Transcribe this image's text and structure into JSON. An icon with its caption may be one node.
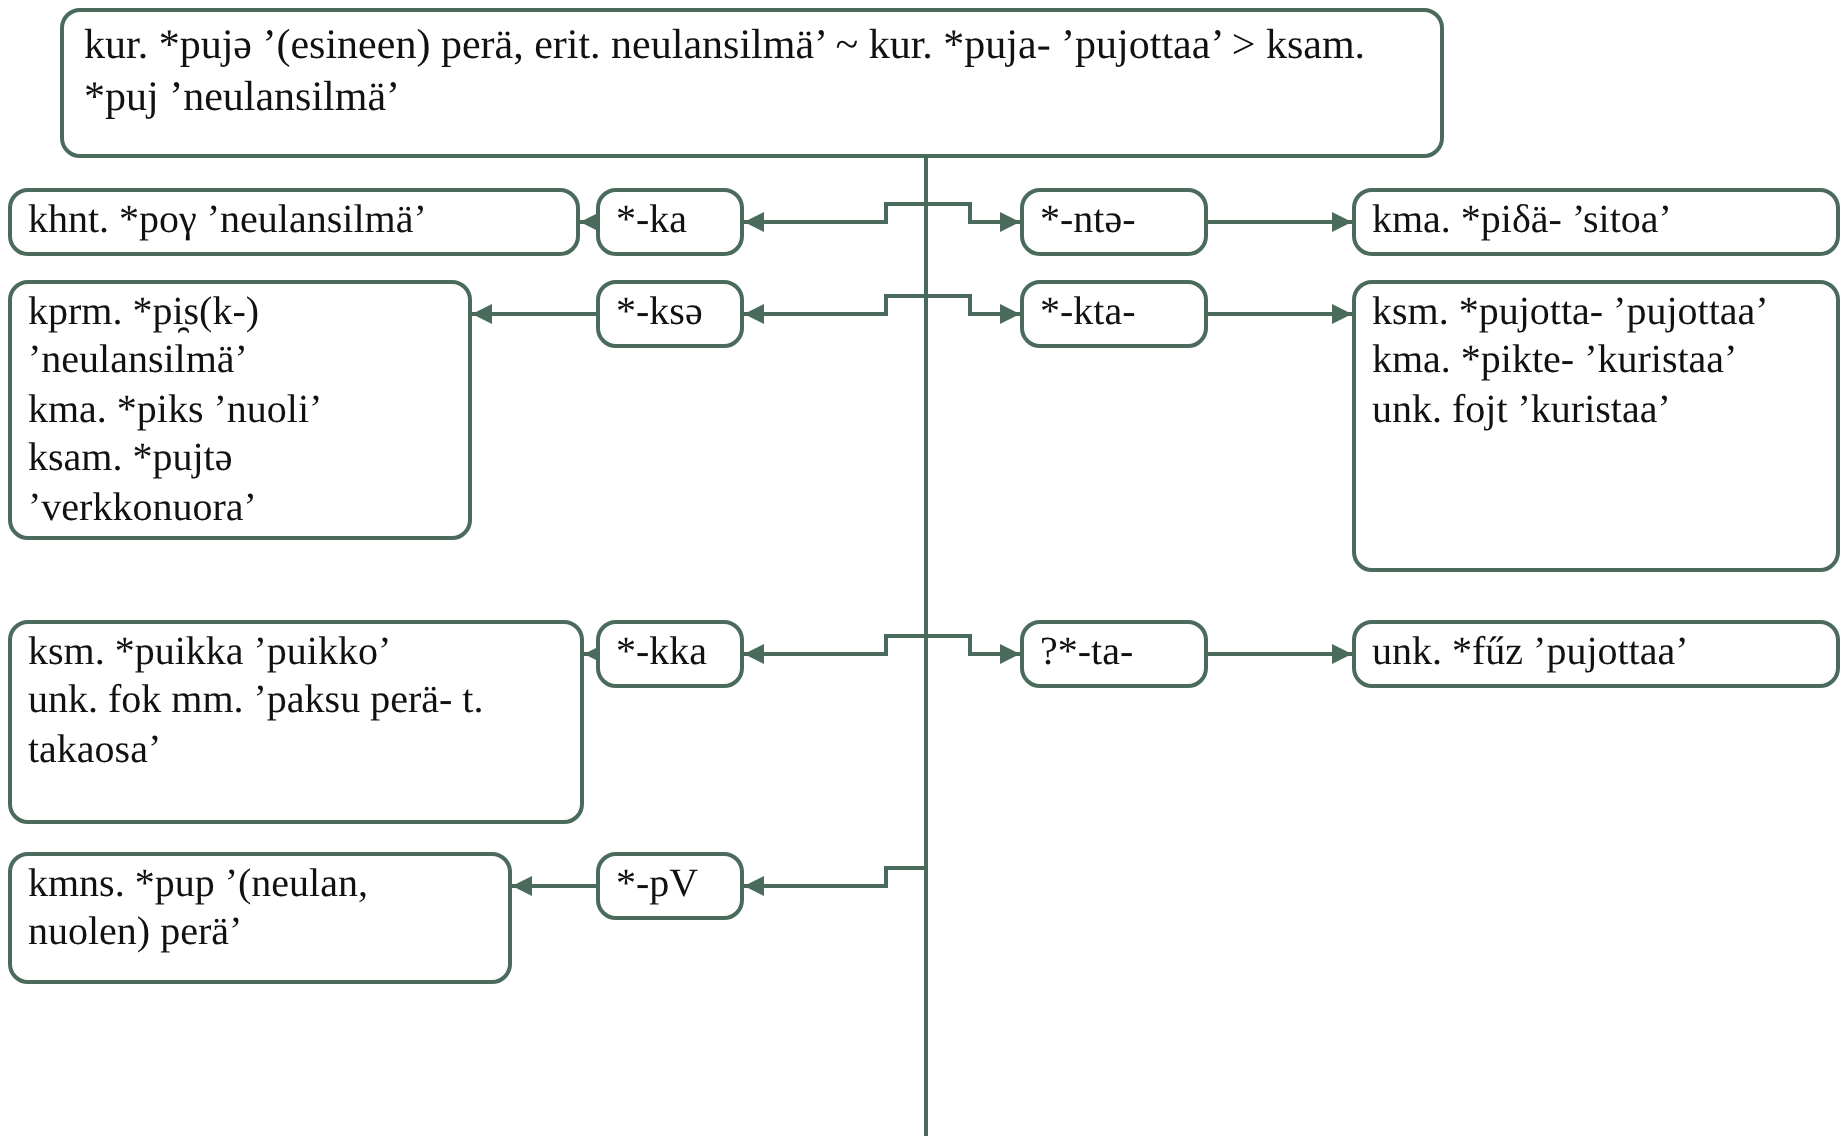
{
  "diagram": {
    "nodes": [
      {
        "text": [
          "kur. *pujə ’(esineen) perä, erit. neulansilmä’ ~ kur. *puja- ’pujottaa’ > ksam. *puj ’neulansilmä’"
        ]
      },
      {
        "text": [
          "khnt. *poγ ’neulansilmä’"
        ]
      },
      {
        "text": [
          "*-ka"
        ]
      },
      {
        "text": [
          "*-ntə-"
        ]
      },
      {
        "text": [
          "kma. *piδä- ’sitoa’"
        ]
      },
      {
        "text": [
          "kprm. *pi̯s(k-) ’neulansilmä’",
          "kma. *piks ’nuoli’",
          "ksam. *pujtə ’verkkonuora’"
        ]
      },
      {
        "text": [
          "*-ksə"
        ]
      },
      {
        "text": [
          "*-kta-"
        ]
      },
      {
        "text": [
          "ksm. *pujotta- ’pujottaa’",
          "kma. *pikte- ’kuristaa’",
          "unk. fojt ’kuristaa’"
        ]
      },
      {
        "text": [
          "ksm. *puikka ’puikko’",
          "unk. fok mm. ’paksu perä- t. takaosa’"
        ]
      },
      {
        "text": [
          "*-kka"
        ]
      },
      {
        "text": [
          "?*-ta-"
        ]
      },
      {
        "text": [
          "unk. *fűz ’pujottaa’"
        ]
      },
      {
        "text": [
          "kmns. *pup ’(neulan, nuolen) perä’"
        ]
      },
      {
        "text": [
          "*-pV"
        ]
      }
    ],
    "edges": [
      {
        "from": 0,
        "to": 2,
        "arrow": "to"
      },
      {
        "from": 0,
        "to": 3,
        "arrow": "to"
      },
      {
        "from": 2,
        "to": 1,
        "arrow": "to"
      },
      {
        "from": 3,
        "to": 4,
        "arrow": "to"
      },
      {
        "from": 0,
        "to": 6,
        "arrow": "to"
      },
      {
        "from": 0,
        "to": 7,
        "arrow": "to"
      },
      {
        "from": 6,
        "to": 5,
        "arrow": "to"
      },
      {
        "from": 7,
        "to": 8,
        "arrow": "to"
      },
      {
        "from": 0,
        "to": 10,
        "arrow": "to"
      },
      {
        "from": 0,
        "to": 11,
        "arrow": "to"
      },
      {
        "from": 10,
        "to": 9,
        "arrow": "to"
      },
      {
        "from": 11,
        "to": 12,
        "arrow": "to"
      },
      {
        "from": 0,
        "to": 14,
        "arrow": "to"
      },
      {
        "from": 14,
        "to": 13,
        "arrow": "to"
      }
    ]
  }
}
